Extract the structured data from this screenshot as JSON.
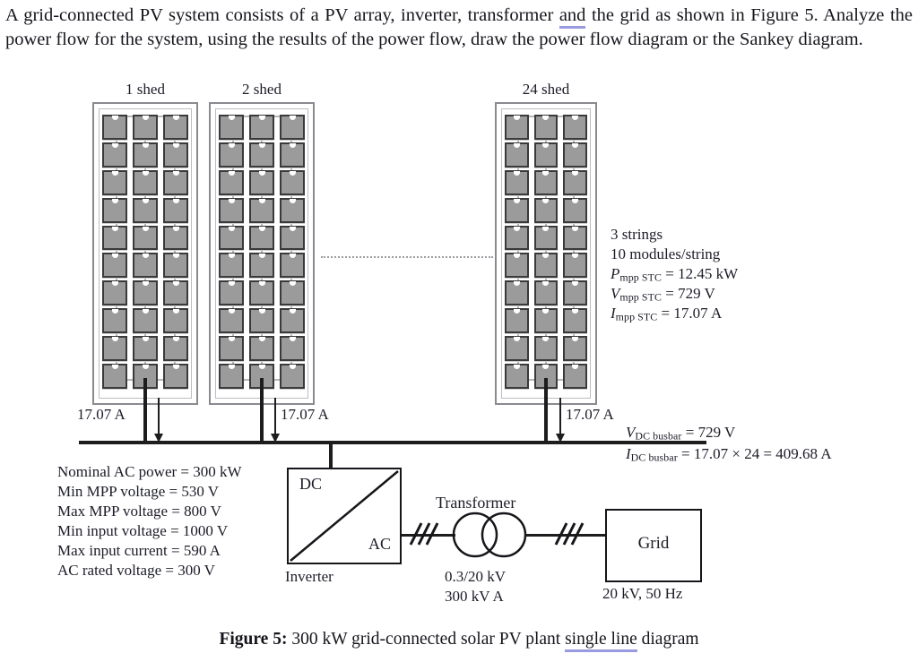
{
  "question": {
    "line1_a": "A grid-connected PV system consists of a PV array, inverter, transformer ",
    "underlined": "and",
    "line1_b": " the grid as shown in Figure 5. Analyze the power flow for the system, using the results of the power flow, draw the power flow diagram or the Sankey diagram."
  },
  "sheds": [
    {
      "label": "1 shed",
      "current": "17.07 A"
    },
    {
      "label": "2 shed",
      "current": "17.07 A"
    },
    {
      "label": "24 shed",
      "current": "17.07 A"
    }
  ],
  "array_specs": {
    "strings": "3 strings",
    "modules": "10 modules/string",
    "pmpp_symbol": "P",
    "pmpp_sub": "mpp STC",
    "pmpp_value": " = 12.45 kW",
    "vmpp_symbol": "V",
    "vmpp_sub": "mpp STC",
    "vmpp_value": " = 729 V",
    "impp_symbol": "I",
    "impp_sub": "mpp STC",
    "impp_value": " = 17.07 A"
  },
  "busbar": {
    "v_symbol": "V",
    "v_sub": "DC busbar",
    "v_value": " = 729 V",
    "i_symbol": "I",
    "i_sub": "DC busbar",
    "i_value": " = 17.07 × 24 = 409.68 A"
  },
  "inverter_specs": [
    "Nominal AC power = 300 kW",
    "Min MPP voltage = 530 V",
    "Max MPP voltage = 800 V",
    "Min input voltage = 1000 V",
    "Max input current = 590 A",
    "AC rated voltage = 300 V"
  ],
  "inverter": {
    "dc_label": "DC",
    "ac_label": "AC",
    "name": "Inverter"
  },
  "transformer": {
    "title": "Transformer",
    "ratio": "0.3/20 kV",
    "rating": "300 kV A"
  },
  "grid": {
    "label": "Grid",
    "rating": "20 kV, 50 Hz"
  },
  "caption": {
    "prefix": "Figure 5:",
    "text_a": " 300 kW grid-connected solar PV plant ",
    "underlined": "single line",
    "text_b": " diagram"
  },
  "colors": {
    "module_fill": "#9b9b9b",
    "module_border": "#3a3a3a",
    "line": "#1d1d1d",
    "underline": "#9a9ae0",
    "shed_frame": "#8a8a90"
  },
  "layout": {
    "shed_rows": 10,
    "shed_cols": 3
  }
}
